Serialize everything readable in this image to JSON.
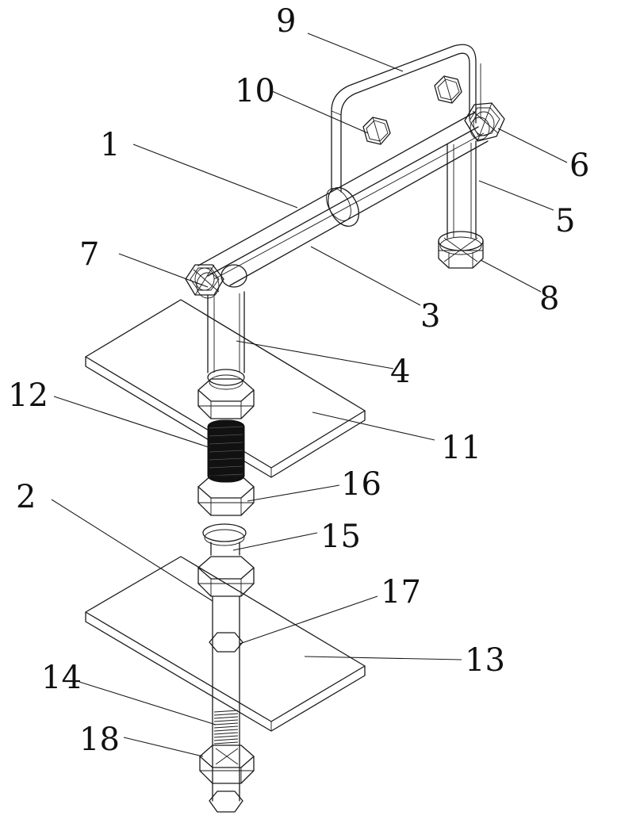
{
  "labels": {
    "l1": "1",
    "l2": "2",
    "l3": "3",
    "l4": "4",
    "l5": "5",
    "l6": "6",
    "l7": "7",
    "l8": "8",
    "l9": "9",
    "l10": "10",
    "l11": "11",
    "l12": "12",
    "l13": "13",
    "l14": "14",
    "l15": "15",
    "l16": "16",
    "l17": "17",
    "l18": "18"
  },
  "colors": {
    "line": "#1a1a1a",
    "background": "#ffffff"
  }
}
